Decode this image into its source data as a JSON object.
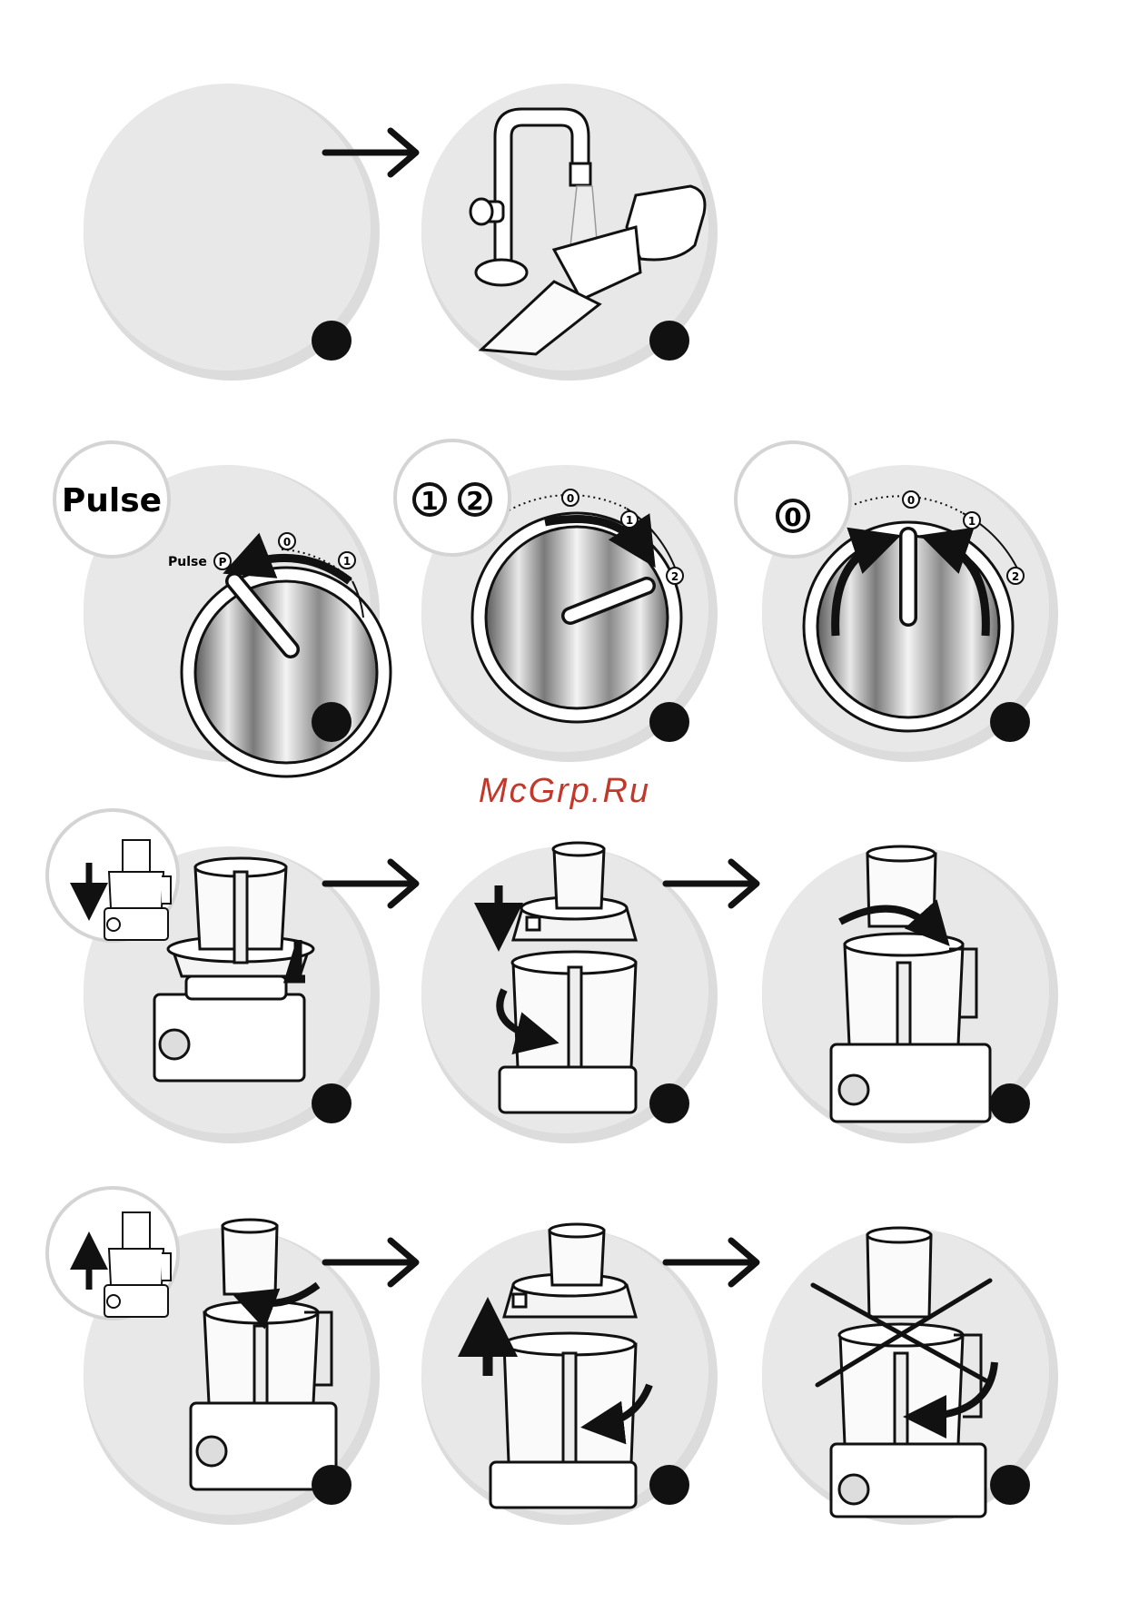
{
  "watermark": {
    "text": "McGrp.Ru",
    "color": "#c0392b"
  },
  "colors": {
    "panel": "#e6e6e6",
    "rim": "#dadada",
    "ink": "#111111",
    "knob_light": "#f2f2f2",
    "knob_dark": "#555555"
  },
  "dial": {
    "pulse_badge": "Pulse",
    "pulse_mark": "Pulse",
    "p": "P",
    "zero": "0",
    "one": "1",
    "two": "2"
  },
  "icons": [
    "arrow-right-icon",
    "faucet-icon",
    "hand-wash-icon",
    "dial-knob-icon",
    "food-processor-icon",
    "down-arrow-icon",
    "up-arrow-icon",
    "rotate-arrow-icon",
    "cross-icon"
  ]
}
